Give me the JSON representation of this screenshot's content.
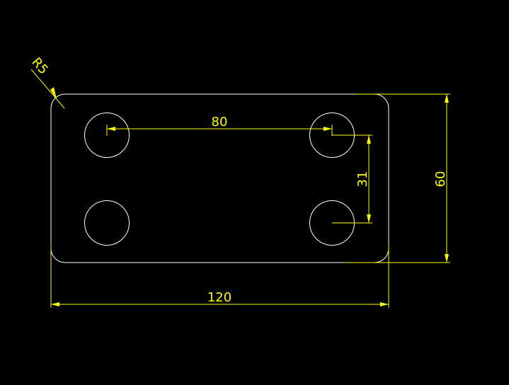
{
  "colors": {
    "background": "#000000",
    "geometry": "#ffffff",
    "dimension": "#ffff00"
  },
  "dimensions": {
    "radius_label": "R5",
    "hole_spacing_horizontal": "80",
    "hole_spacing_vertical": "31",
    "overall_width": "120",
    "overall_height": "60"
  }
}
